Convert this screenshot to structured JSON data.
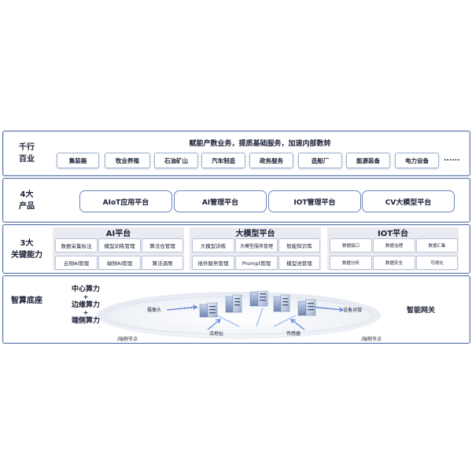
{
  "layers": {
    "industry": {
      "label": [
        "千行",
        "百业"
      ],
      "slogan": "赋能产数业务，提质基础服务，加速内部数转",
      "items": [
        "集装箱",
        "牧业养殖",
        "石油矿山",
        "汽车制造",
        "政务服务",
        "造船厂",
        "能源装备",
        "电力设备"
      ],
      "ellipsis": "......"
    },
    "products": {
      "label": [
        "4大",
        "产品"
      ],
      "items": [
        "AIoT应用平台",
        "AI管理平台",
        "IOT管理平台",
        "CV大模型平台"
      ]
    },
    "capabilities": {
      "label": [
        "3大",
        "关键能力"
      ],
      "groups": [
        {
          "title": "AI平台",
          "cells": [
            "数据采集标注",
            "模型训练管理",
            "算法仓管理",
            "云侧AI管理",
            "端侧AI管理",
            "算法调用"
          ]
        },
        {
          "title": "大模型平台",
          "cells": [
            "大模型训练",
            "大模型服务管理",
            "智能知识库",
            "插件服务管理",
            "Prompt管理",
            "模型池管理"
          ]
        },
        {
          "title": "IOT平台",
          "cells": [
            "数据接口",
            "数据治理",
            "数据汇集",
            "数据分析",
            "数据安全",
            "可视化"
          ]
        }
      ]
    },
    "infrastructure": {
      "label": [
        "智算底座"
      ],
      "compute": [
        "中心算力",
        "+",
        "边缘算力",
        "+",
        "端侧算力"
      ],
      "labels": {
        "camera": "摄像头",
        "site": "流地址",
        "sensor": "传感器",
        "device": "设备对接",
        "edge_left": "/端侧节点",
        "edge_right": "/端侧节点"
      },
      "gateway": "智能网关"
    }
  }
}
